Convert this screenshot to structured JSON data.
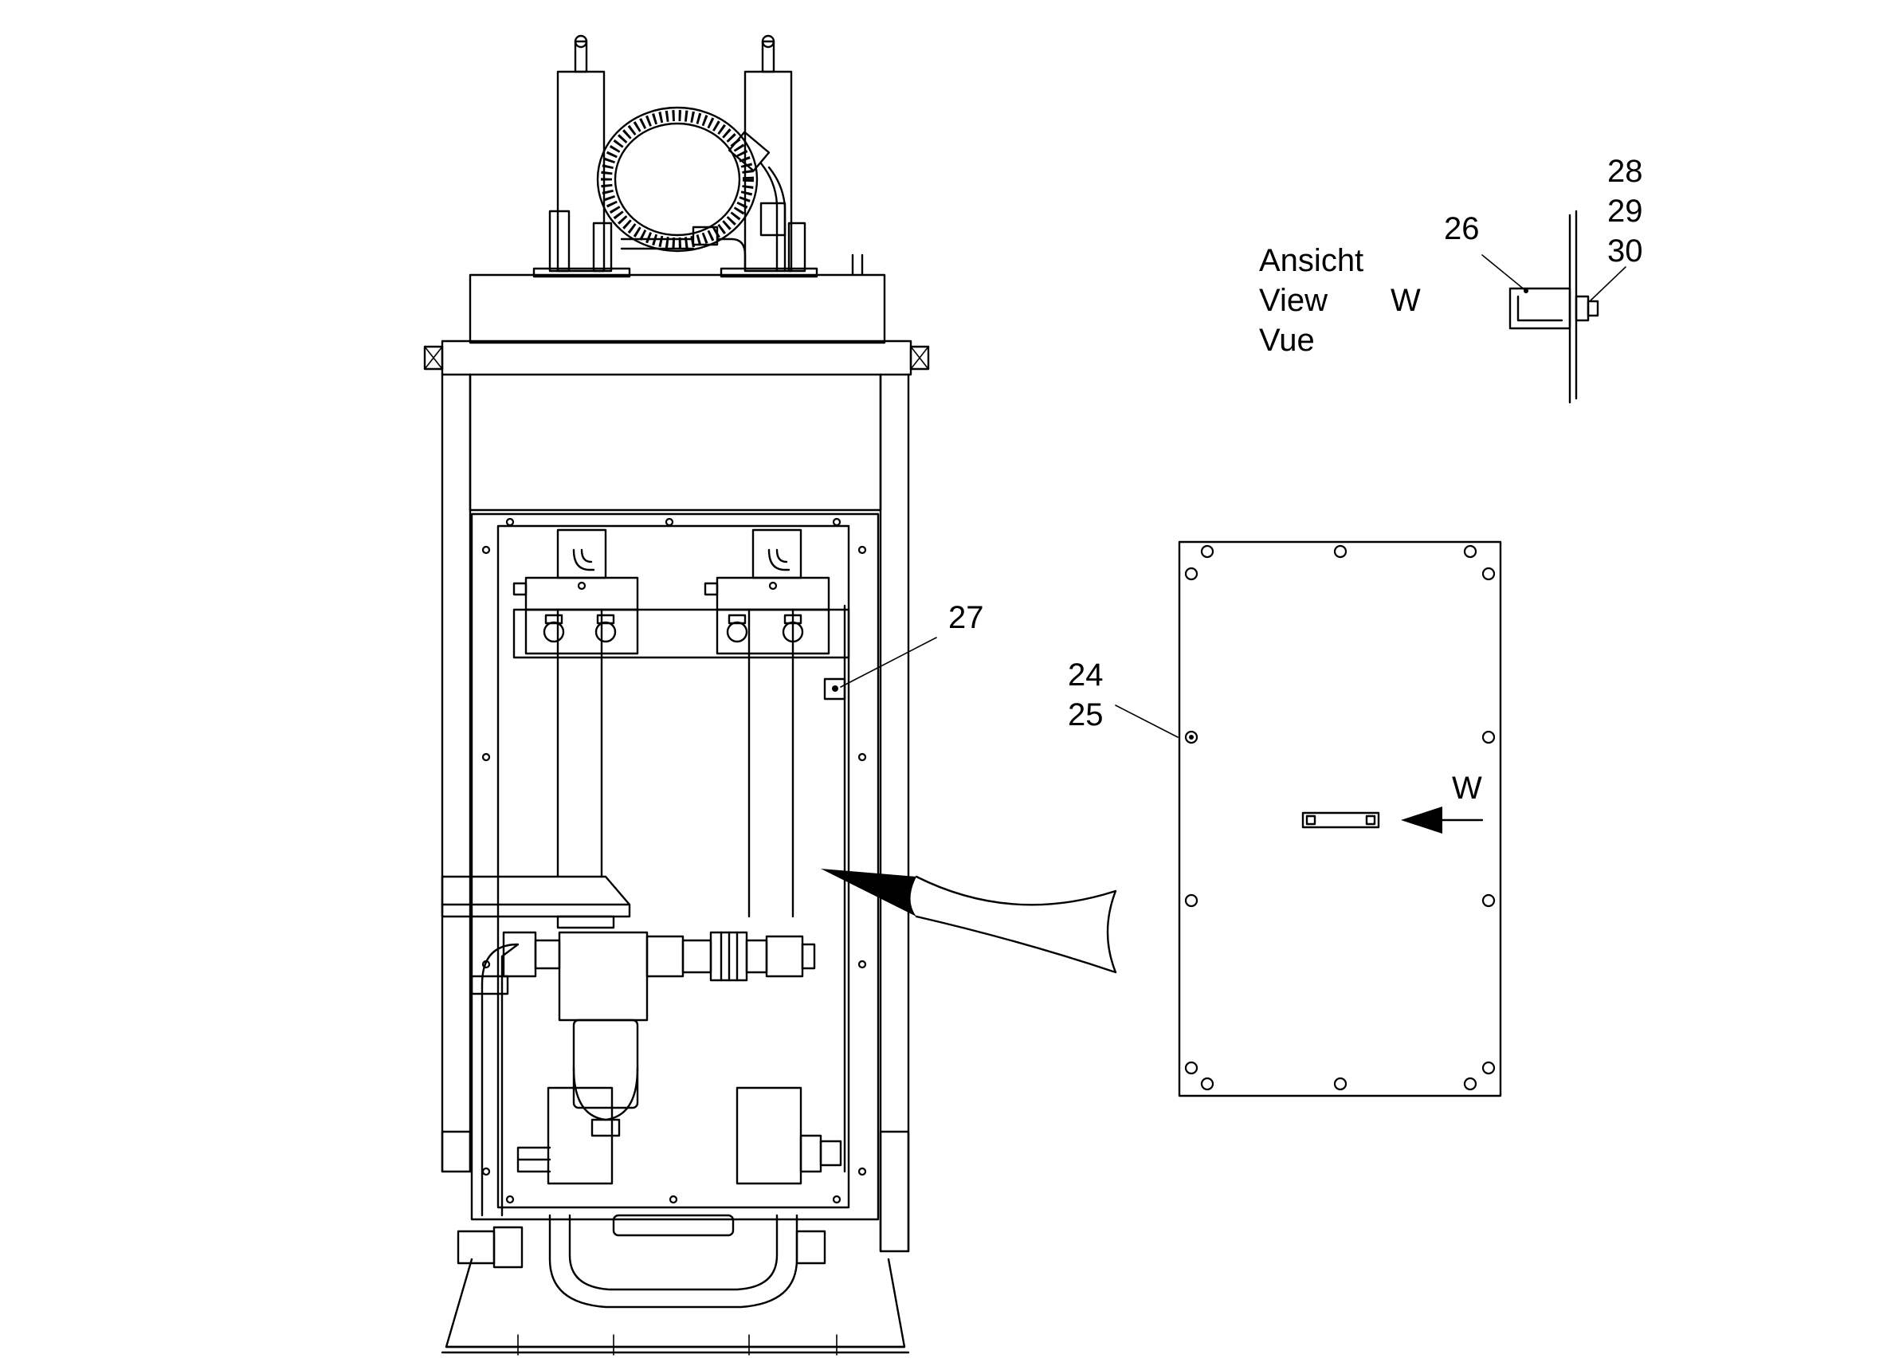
{
  "view_caption": {
    "line1": "Ansicht",
    "line2": "View",
    "line3": "Vue",
    "letter": "W"
  },
  "arrow_letter": "W",
  "callouts": {
    "c24": "24",
    "c25": "25",
    "c26": "26",
    "c27": "27",
    "c28": "28",
    "c29": "29",
    "c30": "30"
  }
}
